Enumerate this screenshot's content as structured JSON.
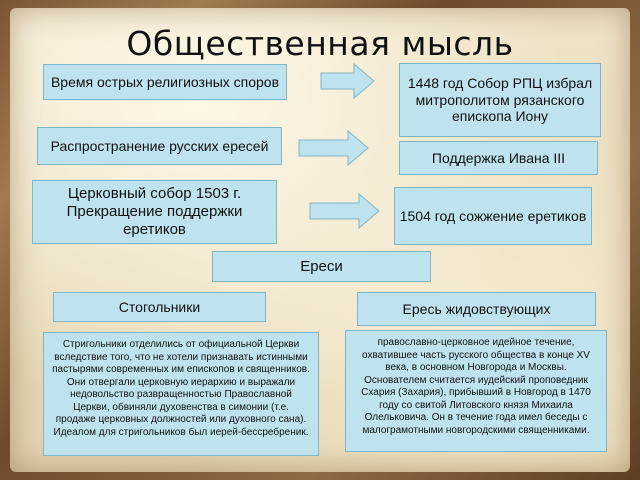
{
  "title": "Общественная мысль",
  "colors": {
    "box_fill": "#bfe3ee",
    "box_border": "#7fb6c6",
    "arrow_fill": "#bfe3ee"
  },
  "rows": [
    {
      "left": "Время острых религиозных споров",
      "right": "1448 год Собор РПЦ избрал митрополитом рязанского епископа Иону"
    },
    {
      "left": "Распространение русских ересей",
      "right": "Поддержка Ивана III"
    },
    {
      "left": "Церковный собор 1503 г. Прекращение поддержки еретиков",
      "right": "1504 год сожжение еретиков"
    }
  ],
  "heresies": "Ереси",
  "strigolniki": {
    "label": "Стогольники",
    "description": "Стригольники отделились от официальной Церкви вследствие того, что не хотели признавать истинными пастырями современных им епископов и священников. Они отвергали церковную иерархию и выражали недовольство развращенностью Православной Церкви, обвиняли духовенства в симонии (т.е. продаже церковных должностей или духовного сана). Идеалом для стригольников был иерей-бессребреник."
  },
  "judaizers": {
    "label": "Ересь жидовствующих",
    "description": "православно-церковное идейное течение, охватившее часть русского общества в конце XV века, в основном Новгорода и Москвы. Основателем считается иудейский проповедник Схария (Захария), прибывший в Новгород в 1470 году со свитой Литовского князя Михаила Олельковича. Он в течение года имел беседы с малограмотными новгородскими священниками."
  }
}
